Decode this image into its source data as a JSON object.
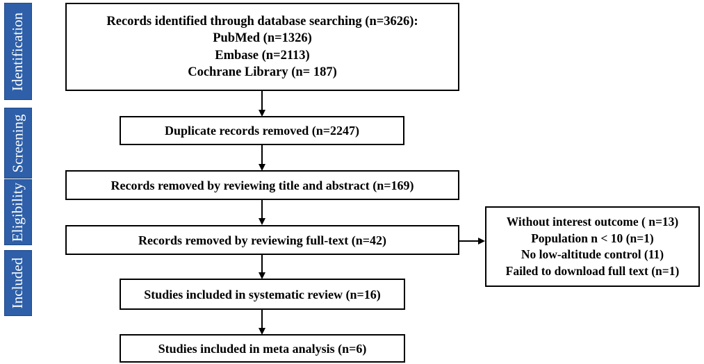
{
  "phases": {
    "identification": "Identification",
    "screening": "Screening",
    "eligibility": "Eligibility",
    "included": "Included"
  },
  "boxes": {
    "identified": {
      "line1": "Records identified through database searching (n=3626):",
      "line2": "PubMed (n=1326)",
      "line3": "Embase (n=2113)",
      "line4": "Cochrane Library (n= 187)"
    },
    "duplicates": "Duplicate records removed (n=2247)",
    "title_abstract": "Records removed by reviewing title and abstract (n=169)",
    "full_text": "Records removed by reviewing full-text (n=42)",
    "systematic_review": "Studies included in systematic review (n=16)",
    "meta_analysis": "Studies included in meta analysis (n=6)",
    "exclusions": {
      "line1": "Without interest outcome ( n=13)",
      "line2": "Population n < 10 (n=1)",
      "line3": "No low-altitude control (11)",
      "line4": "Failed to download full text (n=1)"
    }
  }
}
